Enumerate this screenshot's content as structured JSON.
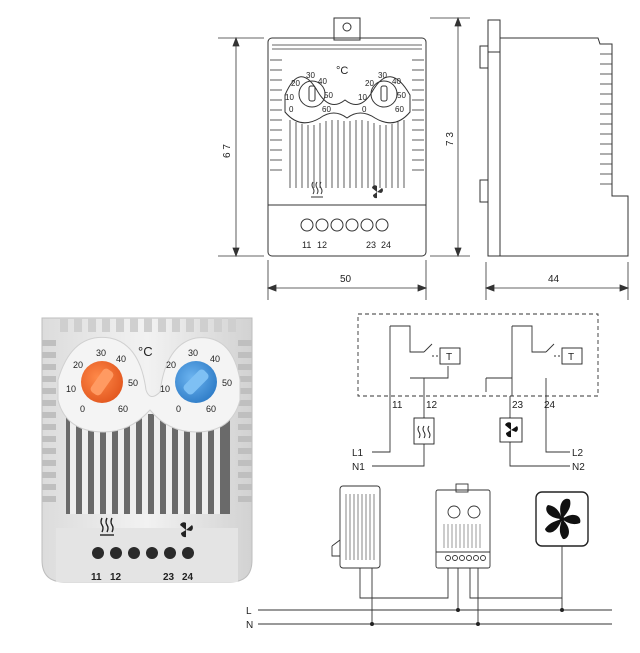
{
  "drawing": {
    "unit": "°C",
    "dim_height_front": "6 7",
    "dim_height_total": "7 3",
    "dim_width": "50",
    "dim_depth": "44",
    "left_scale": [
      "30",
      "40",
      "20",
      "50",
      "10",
      "60",
      "0"
    ],
    "right_scale": [
      "30",
      "40",
      "20",
      "50",
      "10",
      "60",
      "0"
    ],
    "terminals": [
      "11",
      "12",
      "23",
      "24"
    ]
  },
  "photo": {
    "unit": "°C",
    "terminals": [
      "11",
      "12",
      "23",
      "24"
    ],
    "heater_color": "#f26a2a",
    "cooler_color": "#3d8fd6"
  },
  "schematic": {
    "t_label": "T",
    "terminals": [
      "11",
      "12",
      "23",
      "24"
    ],
    "lines_left": [
      "L1",
      "N1"
    ],
    "lines_right": [
      "L2",
      "N2"
    ],
    "mains": [
      "L",
      "N"
    ]
  }
}
